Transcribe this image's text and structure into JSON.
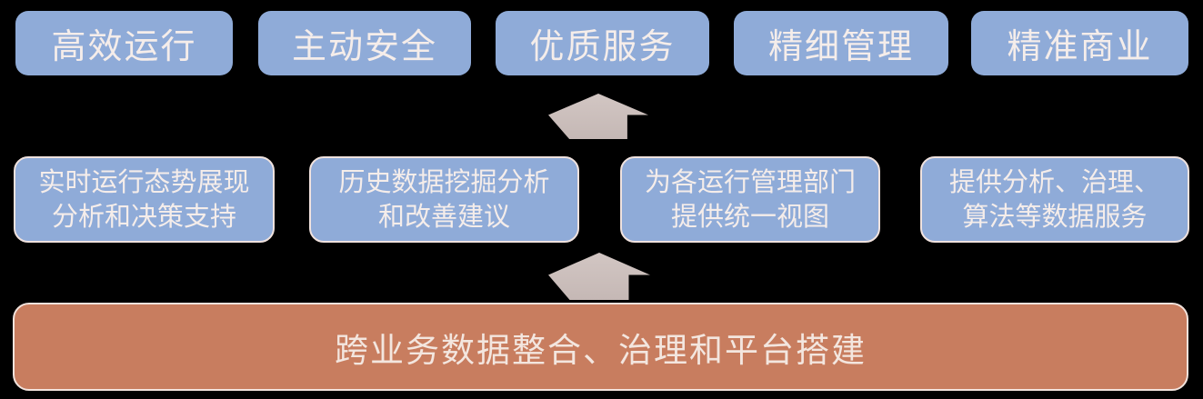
{
  "diagram": {
    "title_hint": "data platform value pyramid diagram",
    "top_row": {
      "items": [
        {
          "label": "高效运行"
        },
        {
          "label": "主动安全"
        },
        {
          "label": "优质服务"
        },
        {
          "label": "精细管理"
        },
        {
          "label": "精准商业"
        }
      ]
    },
    "middle_row": {
      "items": [
        {
          "line1": "实时运行态势展现",
          "line2": "分析和决策支持"
        },
        {
          "line1": "历史数据挖掘分析",
          "line2": "和改善建议"
        },
        {
          "line1": "为各运行管理部门",
          "line2": "提供统一视图"
        },
        {
          "line1": "提供分析、治理、",
          "line2": "算法等数据服务"
        }
      ]
    },
    "bottom_row": {
      "label": "跨业务数据整合、治理和平台搭建"
    },
    "icons": [
      {
        "name": "arrow-up-icon",
        "meaning": "flow from lower layer to upper layer"
      },
      {
        "name": "arrow-up-icon",
        "meaning": "flow from foundation to middle layer"
      }
    ],
    "colors": {
      "background": "#000000",
      "box_blue": "#8FABD8",
      "box_salmon": "#C87D5F",
      "arrow_gray": "#C9BCBA",
      "text_light": "#F5EDEA",
      "border_light": "#F0E2DE"
    }
  }
}
